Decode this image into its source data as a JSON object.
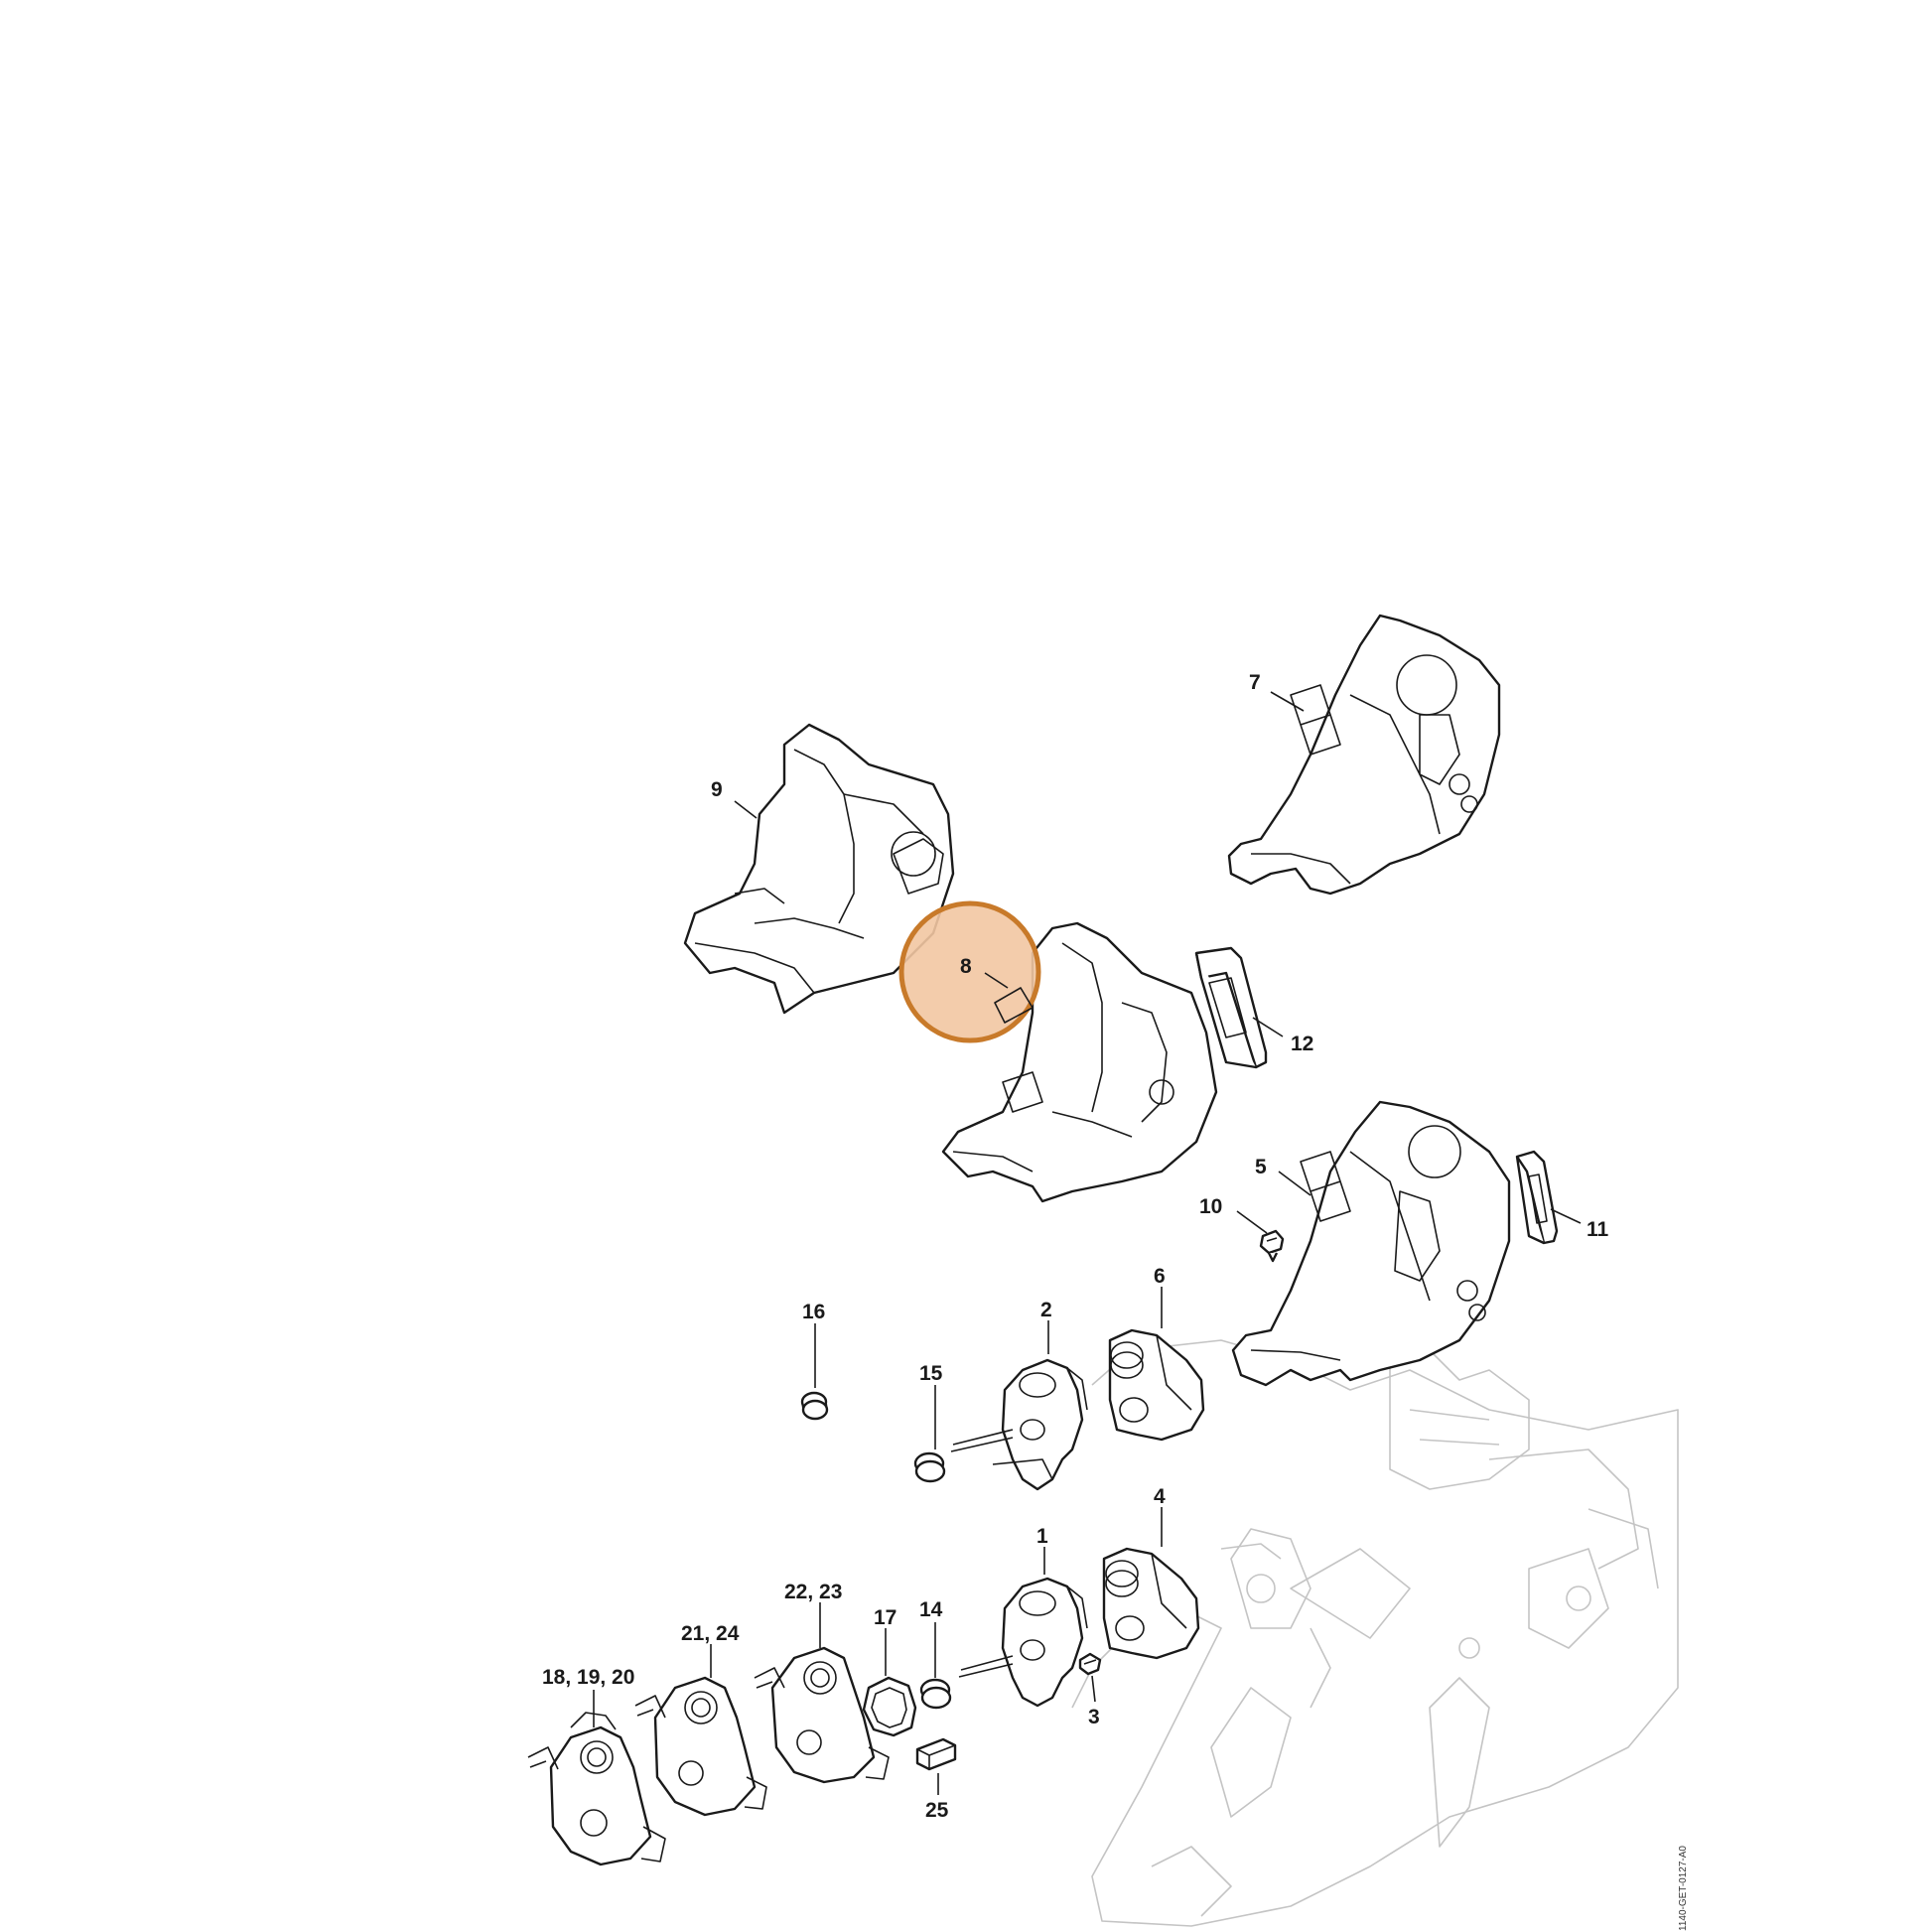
{
  "colors": {
    "highlight_fill": "#f2c6a2",
    "highlight_stroke": "#c87a2a",
    "line": "#1a1a1a",
    "ghost_line": "#c4c4c4"
  },
  "highlight": {
    "label": "8"
  },
  "callouts": {
    "c1": "1",
    "c2": "2",
    "c3": "3",
    "c4": "4",
    "c5": "5",
    "c6": "6",
    "c7": "7",
    "c8": "8",
    "c9": "9",
    "c10": "10",
    "c11": "11",
    "c12": "12",
    "c14": "14",
    "c15": "15",
    "c16": "16",
    "c17": "17",
    "c18_19_20": "18, 19, 20",
    "c21_24": "21, 24",
    "c22_23": "22, 23",
    "c25": "25"
  },
  "doc_id": "1140-GET-0127-A0"
}
